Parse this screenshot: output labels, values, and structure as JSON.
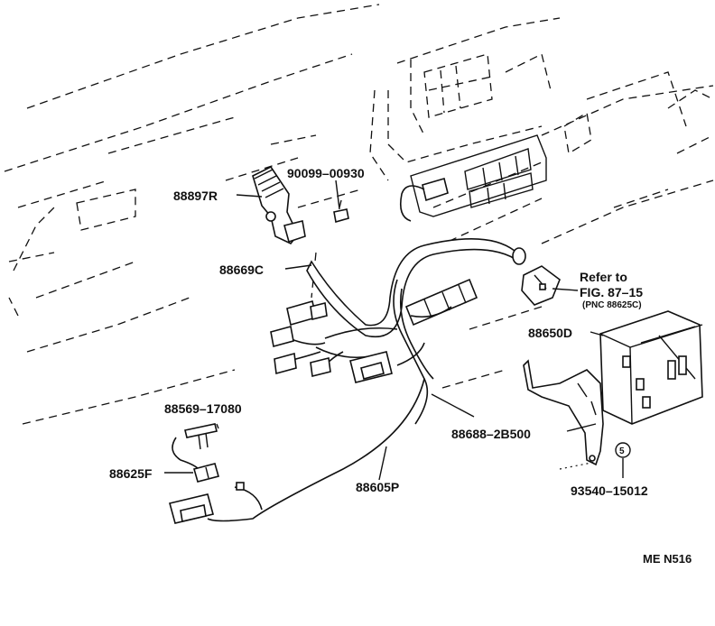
{
  "labels": {
    "p88897R": "88897R",
    "p90099": "90099–00930",
    "p88669C": "88669C",
    "refer1": "Refer to",
    "refer2": "FIG. 87–15",
    "refer3": "(PNC 88625C)",
    "p88650D": "88650D",
    "p88569": "88569–17080",
    "p88625F": "88625F",
    "p88688": "88688–2B500",
    "p88605P": "88605P",
    "p93540": "93540–15012",
    "circle5": "5",
    "figcode": "ME N516"
  }
}
